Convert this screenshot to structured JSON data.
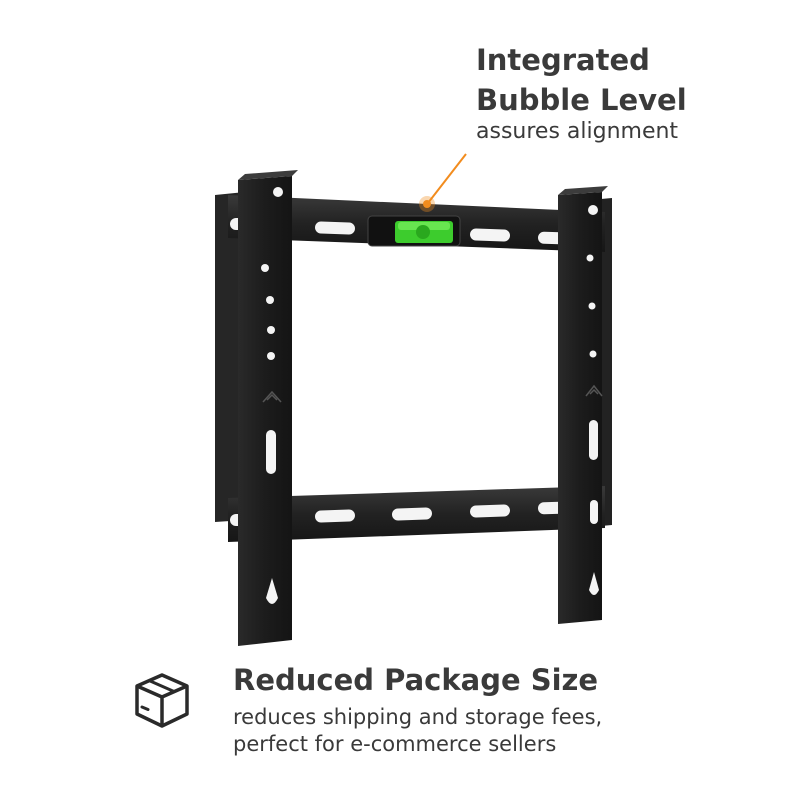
{
  "feature_level": {
    "title_line1": "Integrated",
    "title_line2": "Bubble Level",
    "subtitle": "assures alignment"
  },
  "feature_package": {
    "title": "Reduced Package Size",
    "subtitle_line1": "reduces shipping and storage fees,",
    "subtitle_line2": "perfect for e-commerce sellers"
  },
  "colors": {
    "text": "#3a3a3a",
    "accent": "#f28c1e",
    "bracket": "#1f1f1f",
    "bubble": "#4ee03a"
  },
  "icons": {
    "package": "box-icon",
    "level": "bubble-level-icon"
  }
}
